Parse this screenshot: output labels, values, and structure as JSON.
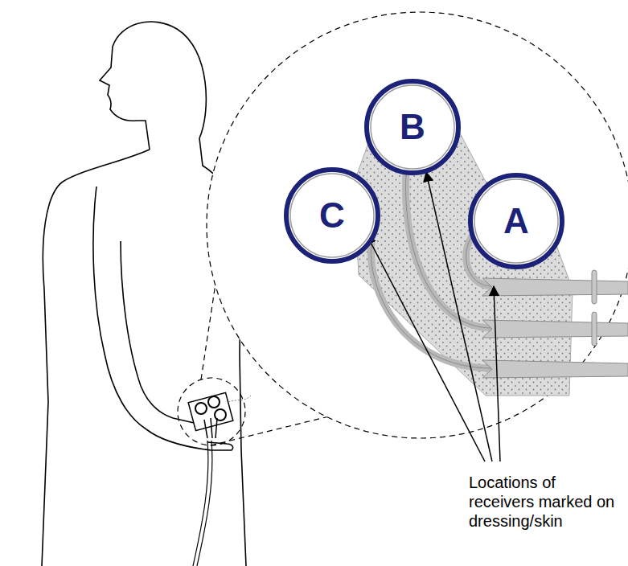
{
  "diagram": {
    "nodes": [
      {
        "text": [
          "B"
        ]
      },
      {
        "text": [
          "C"
        ]
      },
      {
        "text": [
          "A"
        ]
      }
    ],
    "labels": [
      "Locations of receivers marked on dressing/skin"
    ]
  }
}
